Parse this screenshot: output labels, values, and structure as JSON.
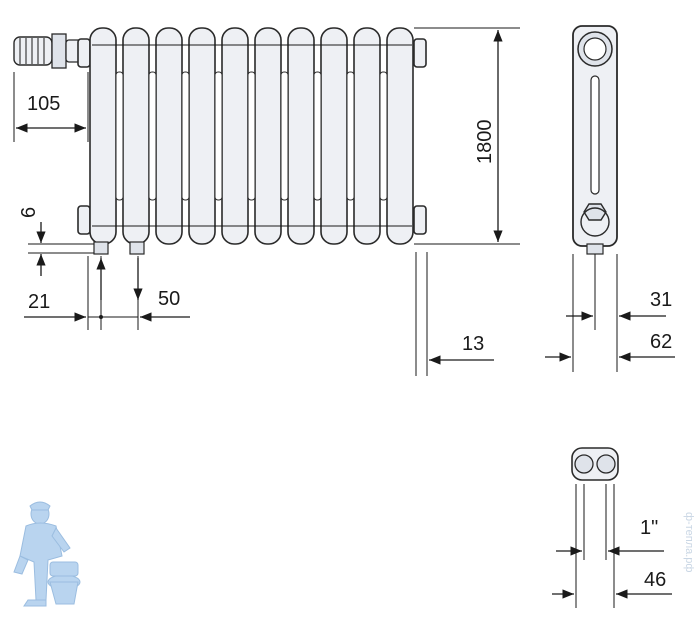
{
  "dimensions": {
    "overhang": "105",
    "height": "1800",
    "bottom_gap": "6",
    "inlet_offset": "21",
    "inlet_spacing": "50",
    "wall_gap": "13",
    "column_width": "31",
    "total_depth": "62",
    "thread": "1\"",
    "connector_width": "46"
  },
  "watermark": {
    "text": "ф-тепла.рф"
  },
  "colors": {
    "line": "#1a1a1a",
    "body_fill": "#eef0f4",
    "logo_blue": "#b9d4ef"
  },
  "icons": {
    "valve": "thermostatic-valve-icon",
    "mascot": "plumber-mascot-icon"
  }
}
